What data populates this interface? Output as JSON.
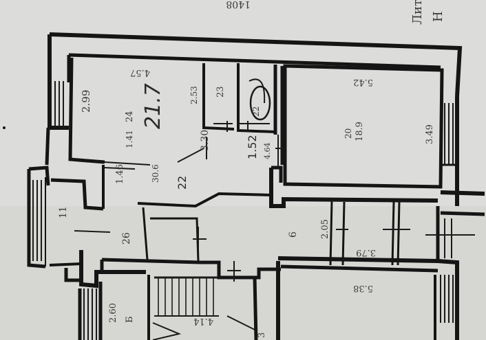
{
  "header": {
    "scale_text": "1408",
    "corner_top": "Лит",
    "corner_bottom": "Н"
  },
  "dimensions": {
    "left_room_top": "4.57",
    "left_room_side": "2.99",
    "bath_small_side": "2.53",
    "bath_small_num": "23",
    "wc_num": "22",
    "corridor_b": "1.52",
    "corridor_b_sub": "4.64",
    "corridor_a": "3.30",
    "corridor_c": "1.46",
    "corridor_d": "30.6",
    "corridor_e": "1.41",
    "hall_num": "26",
    "left_room_num_top": "24",
    "left_room_area_hand": "21.7",
    "right_room_top": "5.42",
    "right_room_side": "3.49",
    "right_room_num": "20",
    "right_room_area": "18.9",
    "mid_room_side": "2.05",
    "mid_room_num": "6",
    "mid_room_bottom": "3.79",
    "balcony_num": "11",
    "stair_side": "2.60",
    "stair_letter": "Б",
    "stair_bottom": "4.14",
    "bottom_room_top": "5.38",
    "bottom_edge_digit": "3"
  }
}
